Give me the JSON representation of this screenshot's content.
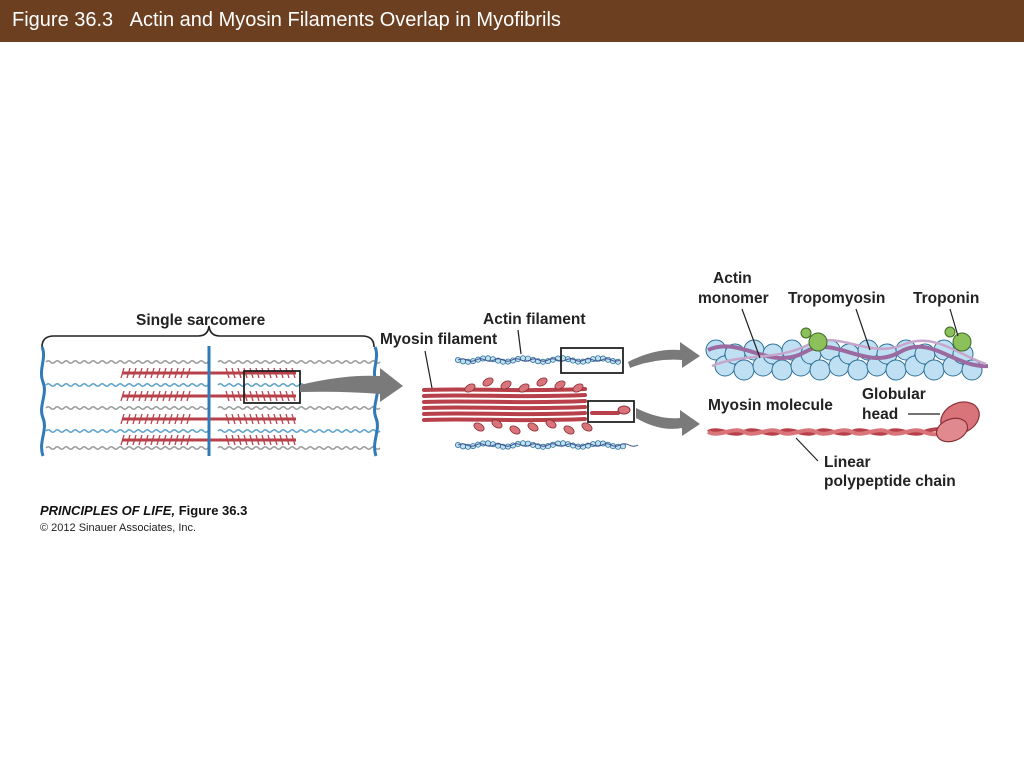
{
  "header": {
    "figure_number": "Figure 36.3",
    "title": "Actin and Myosin Filaments Overlap in Myofibrils"
  },
  "diagram": {
    "labels": {
      "single_sarcomere": "Single sarcomere",
      "actin_filament": "Actin filament",
      "myosin_filament": "Myosin filament",
      "actin_monomer_line1": "Actin",
      "actin_monomer_line2": "monomer",
      "tropomyosin": "Tropomyosin",
      "troponin": "Troponin",
      "myosin_molecule": "Myosin molecule",
      "globular_head_line1": "Globular",
      "globular_head_line2": "head",
      "linear_chain_line1": "Linear",
      "linear_chain_line2": "polypeptide chain"
    },
    "colors": {
      "header_bg": "#6b3f1f",
      "myosin": "#b8404a",
      "actin": "#5aa0c8",
      "actin_monomer_fill": "#bfe0f2",
      "troponin": "#8cc05a",
      "tropomyosin": "#9a6aa0",
      "z_line": "#2f7ab8",
      "arrow": "#7a7a7a"
    }
  },
  "credit": {
    "book_title": "PRINCIPLES OF LIFE,",
    "figure_ref": "Figure 36.3",
    "copyright": "© 2012 Sinauer Associates, Inc."
  }
}
